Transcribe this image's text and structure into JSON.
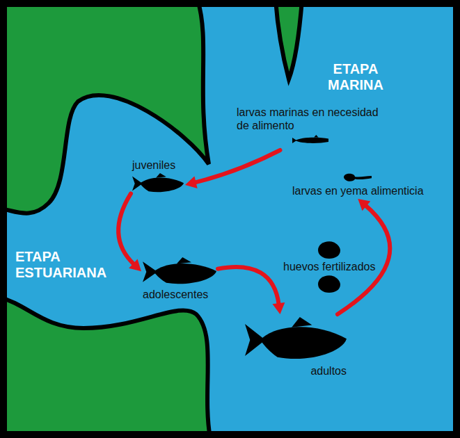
{
  "diagram": {
    "nodes": [
      {
        "text": [
          "larvas marinas en necesidad de alimento"
        ]
      },
      {
        "text": [
          "juveniles"
        ]
      },
      {
        "text": [
          "larvas en yema alimenticia"
        ]
      },
      {
        "text": [
          "huevos fertilizados"
        ]
      },
      {
        "text": [
          "adolescentes"
        ]
      },
      {
        "text": [
          "adultos"
        ]
      }
    ],
    "edges": [
      {
        "from": 0,
        "to": 1,
        "arrow": "to"
      },
      {
        "from": 1,
        "to": 4,
        "arrow": "to"
      },
      {
        "from": 4,
        "to": 5,
        "arrow": "to"
      },
      {
        "from": 5,
        "to": 2,
        "arrow": "to"
      }
    ],
    "labels": [
      "ETAPA MARINA",
      "ETAPA ESTUARIANA"
    ]
  }
}
